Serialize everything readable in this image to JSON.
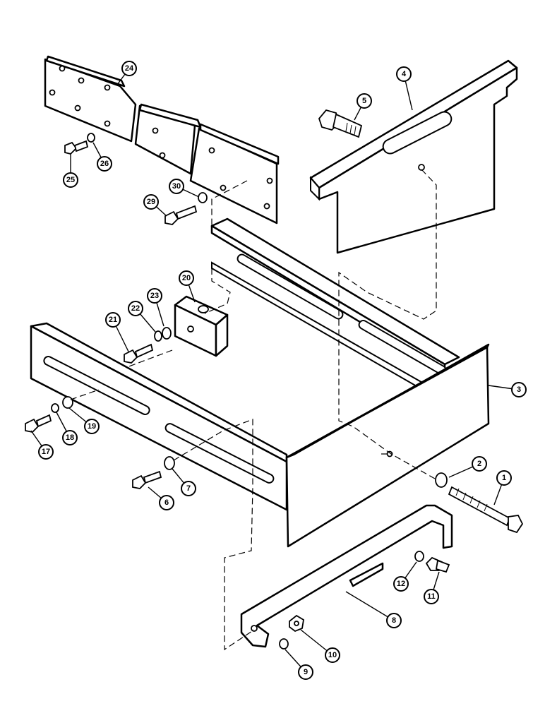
{
  "callouts": [
    {
      "id": "c1",
      "label": "1"
    },
    {
      "id": "c2",
      "label": "2"
    },
    {
      "id": "c3",
      "label": "3"
    },
    {
      "id": "c4",
      "label": "4"
    },
    {
      "id": "c5",
      "label": "5"
    },
    {
      "id": "c6",
      "label": "6"
    },
    {
      "id": "c7",
      "label": "7"
    },
    {
      "id": "c8",
      "label": "8"
    },
    {
      "id": "c9",
      "label": "9"
    },
    {
      "id": "c10",
      "label": "10"
    },
    {
      "id": "c11",
      "label": "11"
    },
    {
      "id": "c12",
      "label": "12"
    },
    {
      "id": "c17",
      "label": "17"
    },
    {
      "id": "c18",
      "label": "18"
    },
    {
      "id": "c19",
      "label": "19"
    },
    {
      "id": "c20",
      "label": "20"
    },
    {
      "id": "c21",
      "label": "21"
    },
    {
      "id": "c22",
      "label": "22"
    },
    {
      "id": "c23",
      "label": "23"
    },
    {
      "id": "c24",
      "label": "24"
    },
    {
      "id": "c25",
      "label": "25"
    },
    {
      "id": "c26",
      "label": "26"
    },
    {
      "id": "c29",
      "label": "29"
    },
    {
      "id": "c30",
      "label": "30"
    }
  ]
}
